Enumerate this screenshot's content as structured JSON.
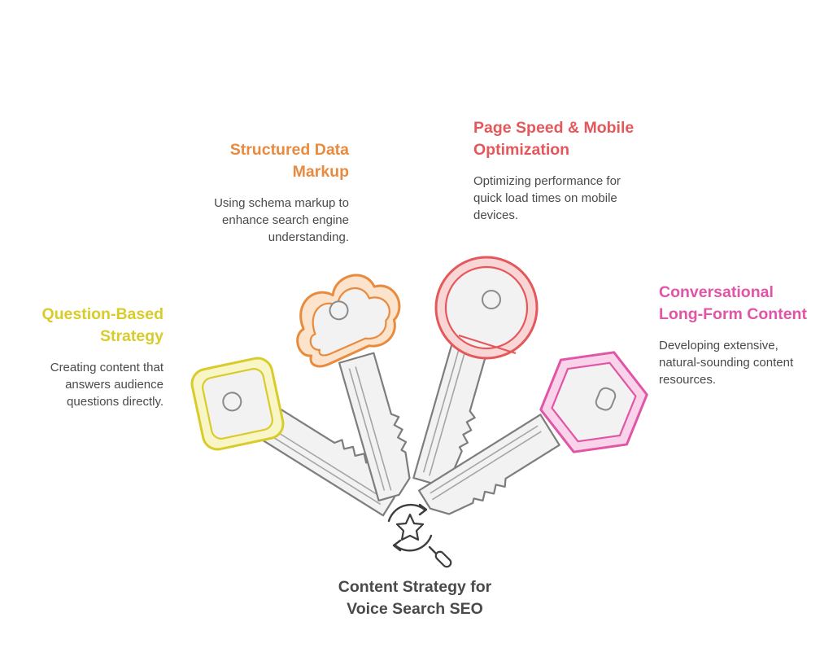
{
  "diagram": {
    "center": {
      "title": "Content Strategy for Voice Search SEO",
      "icon": "star-search-icon"
    },
    "items": [
      {
        "id": "question",
        "title": "Question-Based Strategy",
        "description": "Creating content that answers audience questions directly.",
        "color": "#d9cc2a",
        "fill": "#f8f6c6"
      },
      {
        "id": "structured",
        "title": "Structured Data Markup",
        "description": "Using schema markup to enhance search engine understanding.",
        "color": "#e88b3f",
        "fill": "#fbe3cc"
      },
      {
        "id": "pagespeed",
        "title": "Page Speed & Mobile Optimization",
        "description": "Optimizing performance for quick load times on mobile devices.",
        "color": "#e5575a",
        "fill": "#f9d6d6"
      },
      {
        "id": "conversational",
        "title": "Conversational Long-Form Content",
        "description": "Developing extensive, natural-sounding content resources.",
        "color": "#e055a6",
        "fill": "#f9d3ea"
      }
    ]
  }
}
